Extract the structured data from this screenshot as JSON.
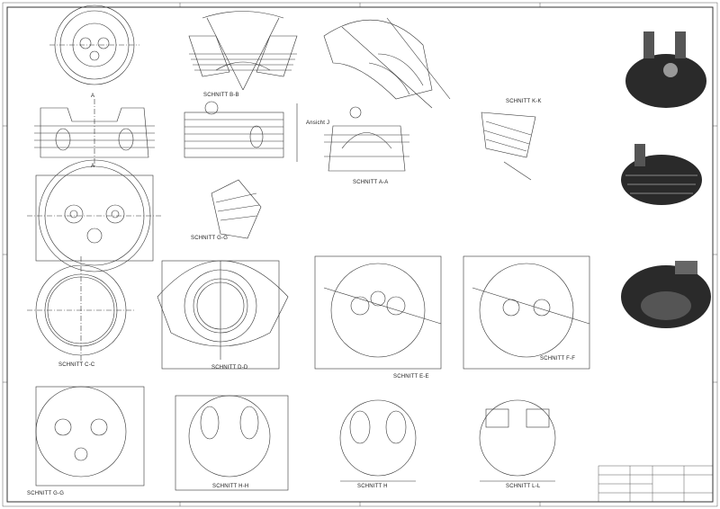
{
  "sheet": {
    "views": [
      {
        "id": "bb",
        "label": "SCHNITT B-B"
      },
      {
        "id": "kk",
        "label": "SCHNITT K-K"
      },
      {
        "id": "j",
        "label": "Ansicht J"
      },
      {
        "id": "aa",
        "label": "SCHNITT A-A"
      },
      {
        "id": "gg_mid",
        "label": "SCHNITT G-G"
      },
      {
        "id": "cc",
        "label": "SCHNITT C-C"
      },
      {
        "id": "dd",
        "label": "SCHNITT D-D"
      },
      {
        "id": "ee",
        "label": "SCHNITT E-E"
      },
      {
        "id": "ff",
        "label": "SCHNITT F-F"
      },
      {
        "id": "gg",
        "label": "SCHNITT G-G"
      },
      {
        "id": "hh",
        "label": "SCHNITT H-H"
      },
      {
        "id": "h",
        "label": "SCHNITT H"
      },
      {
        "id": "ll",
        "label": "SCHNITT L-L"
      }
    ],
    "section_letters": {
      "a_top": "A",
      "a_bottom": "A"
    },
    "colors": {
      "line": "#333333",
      "render": "#2a2a2a"
    }
  }
}
